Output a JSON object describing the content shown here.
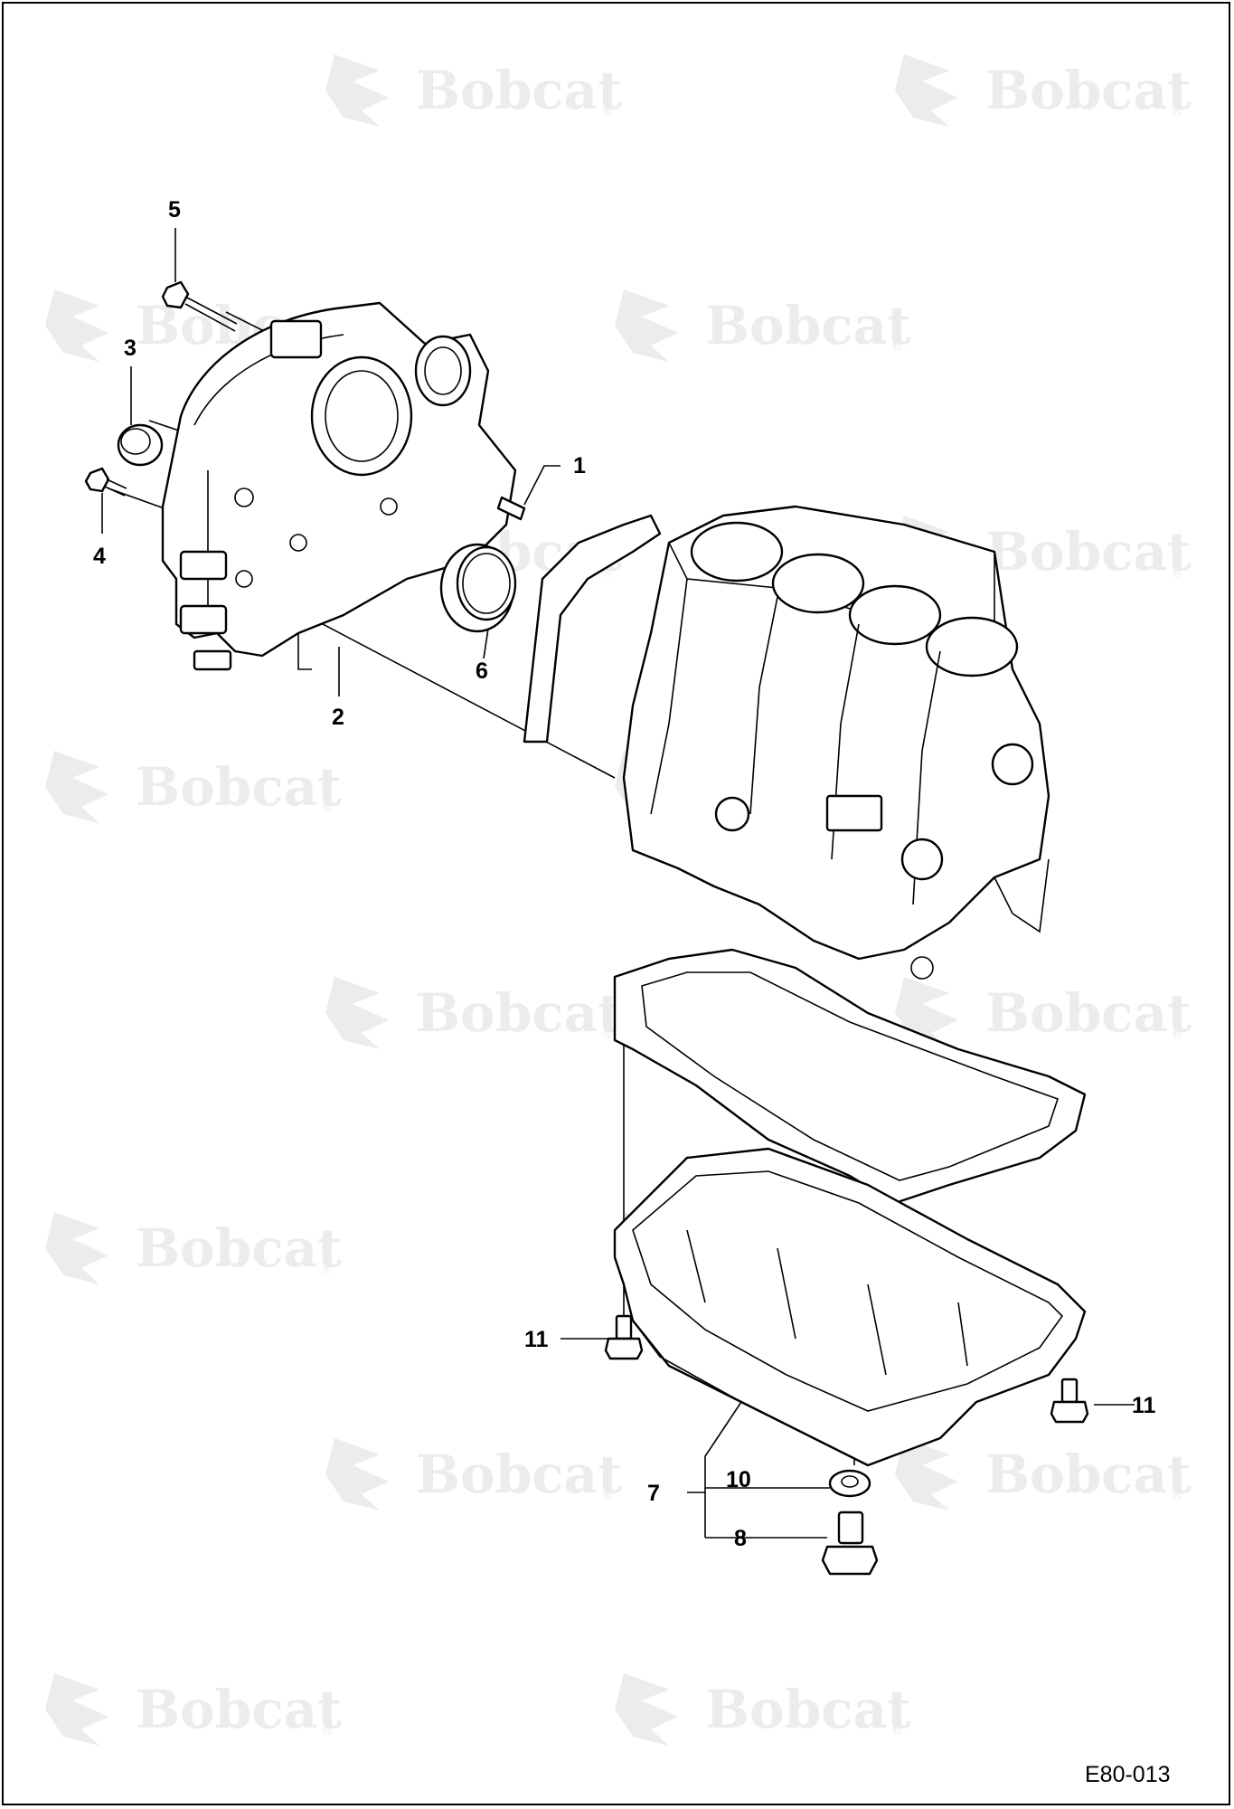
{
  "watermark": {
    "brand": "Bobcat",
    "mark": "®"
  },
  "figure_ref": "E80-013",
  "callouts": {
    "c1": "1",
    "c2": "2",
    "c3": "3",
    "c4": "4",
    "c5": "5",
    "c6": "6",
    "c7": "7",
    "c8": "8",
    "c10": "10",
    "c11a": "11",
    "c11b": "11"
  }
}
